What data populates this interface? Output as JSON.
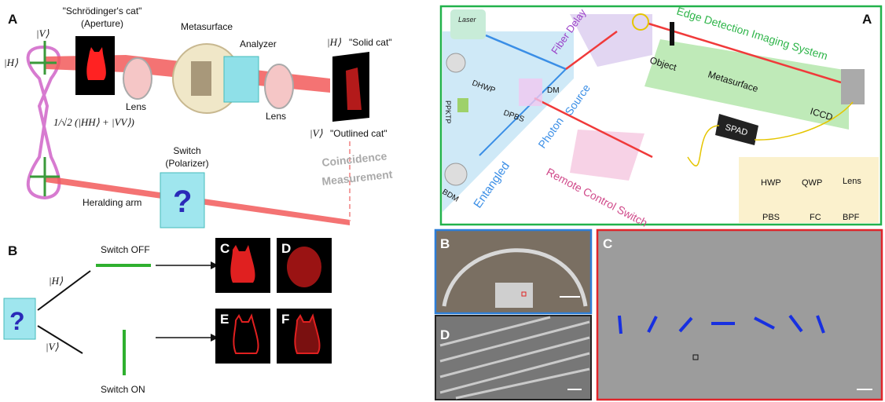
{
  "panelA_left": {
    "label": "A",
    "cat_title": "\"Schrödinger's cat\"",
    "cat_sub": "(Aperture)",
    "metasurface": "Metasurface",
    "analyzer": "Analyzer",
    "lens1": "Lens",
    "lens2": "Lens",
    "ket_V": "|V⟩",
    "ket_H": "|H⟩",
    "state": "1/√2 (|HH⟩ + |VV⟩)",
    "solid_ket": "|H⟩",
    "solid": "\"Solid cat\"",
    "outlined_ket": "|V⟩",
    "outlined": "\"Outlined cat\"",
    "switch": "Switch",
    "switch_sub": "(Polarizer)",
    "heralding": "Heralding arm",
    "coincidence": "Coincidence",
    "measurement": "Measurement"
  },
  "panelB_left": {
    "label": "B",
    "switch_off": "Switch OFF",
    "switch_on": "Switch ON",
    "ket_H": "|H⟩",
    "ket_V": "|V⟩",
    "tiles": [
      "C",
      "D",
      "E",
      "F"
    ]
  },
  "panelA_right": {
    "label": "A",
    "laser": "Laser",
    "fiber_delay": "Fiber Delay",
    "edge_system": "Edge Detection Imaging System",
    "object": "Object",
    "metasurface": "Metasurface",
    "iccd": "ICCD",
    "dm": "DM",
    "dhwp": "DHWP",
    "dpbs": "DPBS",
    "ppktp": "PPKTP",
    "bdm": "BDM",
    "entangled": "Entangled",
    "photon": "Photon",
    "source": "Source",
    "remote": "Remote Control Switch",
    "spad": "SPAD",
    "legend": [
      "HWP",
      "QWP",
      "Lens",
      "PBS",
      "FC",
      "BPF"
    ]
  },
  "micro": {
    "b": "B",
    "d": "D",
    "c": "C"
  },
  "colors": {
    "green_frame": "#22b24c",
    "blue_frame": "#2e7fd8",
    "red_frame": "#e0252a",
    "beam": "#f03a3a",
    "pump": "#3a8ee6"
  }
}
